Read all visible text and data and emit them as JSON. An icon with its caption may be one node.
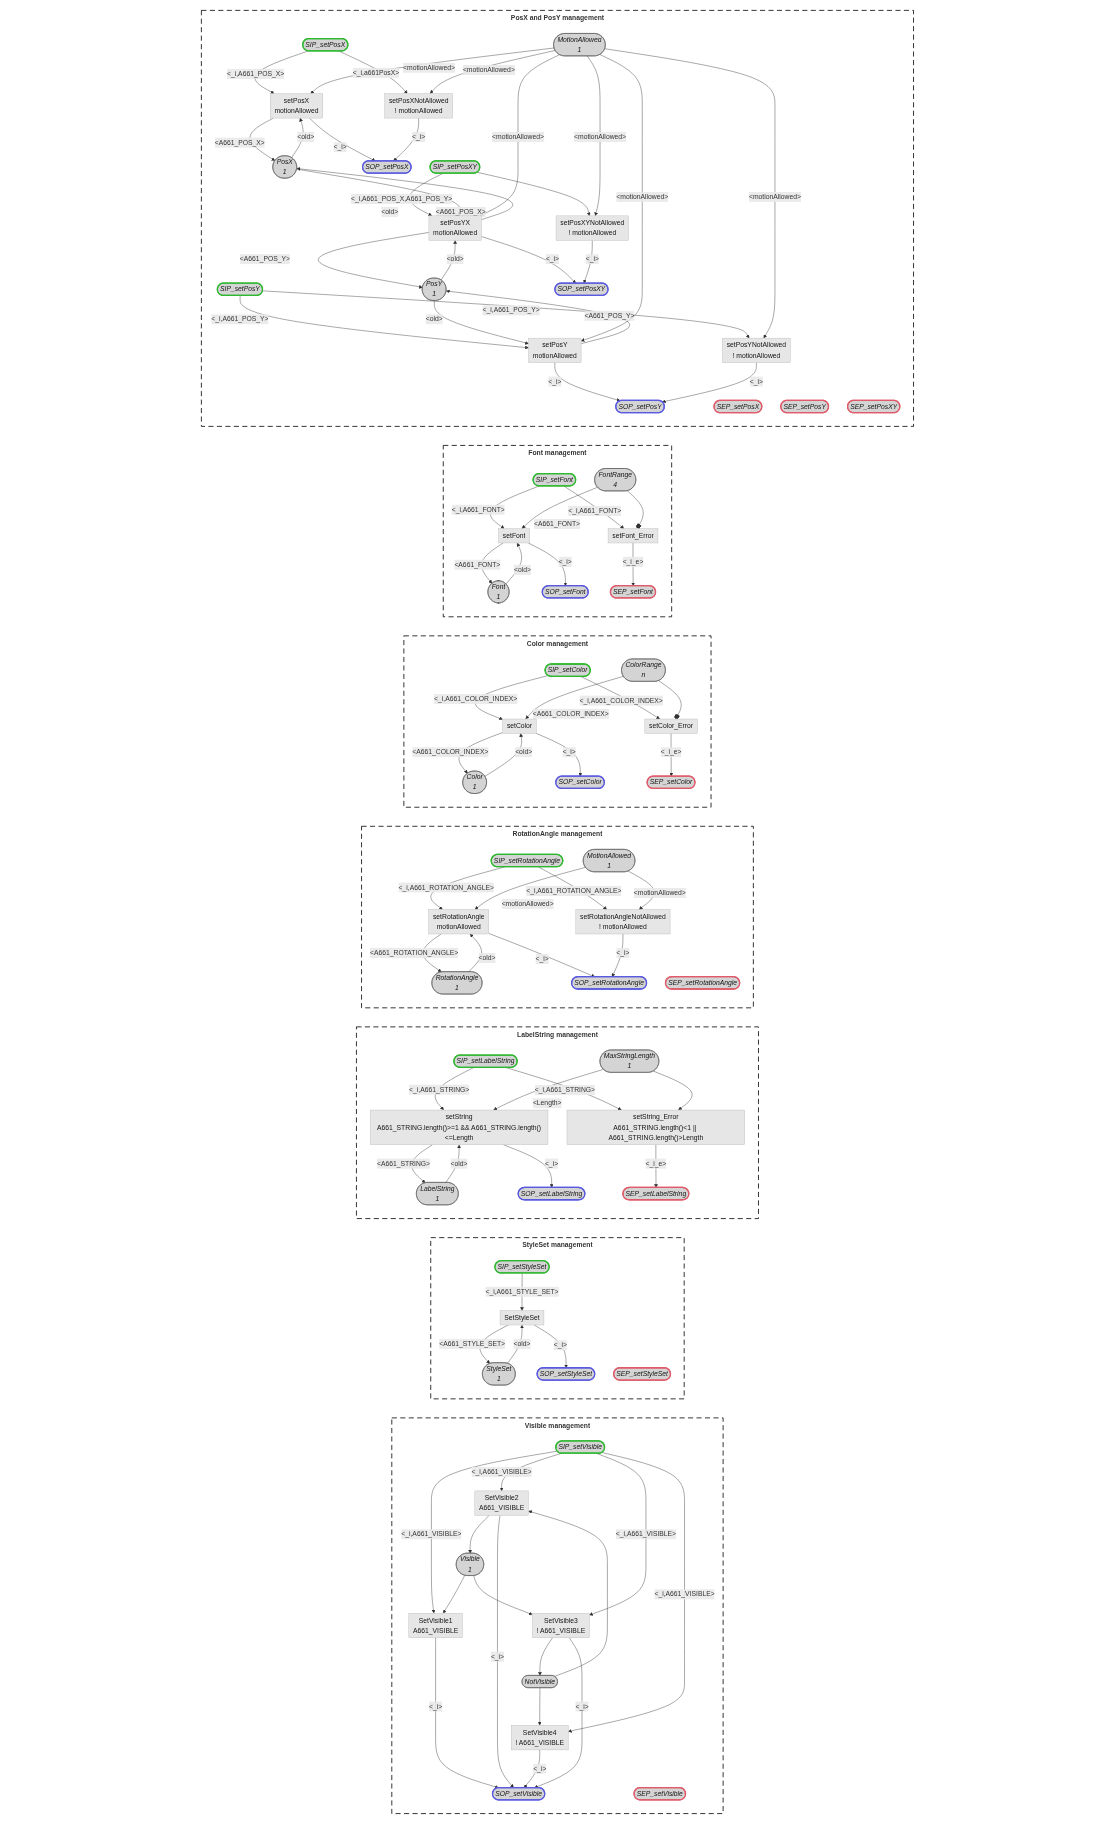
{
  "diagram": {
    "nodes": [
      {
        "text": [
          "Visible management"
        ]
      },
      {
        "text": [
          "SIP_setVisible"
        ],
        "in": 0
      },
      {
        "text": [
          "Visible",
          "1"
        ],
        "in": 0
      },
      {
        "text": [
          "NotVisible"
        ],
        "in": 0
      },
      {
        "text": [
          "SetVisible1",
          "A661_VISIBLE"
        ],
        "in": 0
      },
      {
        "text": [
          "SetVisible2",
          "A661_VISIBLE"
        ],
        "in": 0
      },
      {
        "text": [
          "SetVisible3",
          "! A661_VISIBLE"
        ],
        "in": 0
      },
      {
        "text": [
          "SetVisible4",
          "! A661_VISIBLE"
        ],
        "in": 0
      },
      {
        "text": [
          "SOP_setVisible"
        ],
        "in": 0
      },
      {
        "text": [
          "SEP_setVisible"
        ],
        "in": 0
      },
      {
        "text": [
          "StyleSet management"
        ]
      },
      {
        "text": [
          "SIP_setStyleSet"
        ],
        "in": 10
      },
      {
        "text": [
          "StyleSet",
          "1"
        ],
        "in": 10
      },
      {
        "text": [
          "SetStyleSet"
        ],
        "in": 10
      },
      {
        "text": [
          "SOP_setStyleSet"
        ],
        "in": 10
      },
      {
        "text": [
          "SEP_setStyleSet"
        ],
        "in": 10
      },
      {
        "text": [
          "LabelString management"
        ]
      },
      {
        "text": [
          "SIP_setLabelString"
        ],
        "in": 16
      },
      {
        "text": [
          "MaxStringLength",
          "1"
        ],
        "in": 16
      },
      {
        "text": [
          "LabelString",
          "1"
        ],
        "in": 16
      },
      {
        "text": [
          "setString_Error",
          "A661_STRING.length()<1 || A661_STRING.length()>Length"
        ],
        "in": 16
      },
      {
        "text": [
          "setString",
          "A661_STRING.length()>=1 && A661_STRING.length()<=Length"
        ],
        "in": 16
      },
      {
        "text": [
          "SOP_setLabelString"
        ],
        "in": 16
      },
      {
        "text": [
          "SEP_setLabelString"
        ],
        "in": 16
      },
      {
        "text": [
          "RotationAngle management"
        ]
      },
      {
        "text": [
          "SIP_setRotationAngle"
        ],
        "in": 24
      },
      {
        "text": [
          "MotionAllowed",
          "1"
        ],
        "in": 24
      },
      {
        "text": [
          "RotationAngle",
          "1"
        ],
        "in": 24
      },
      {
        "text": [
          "setRotationAngleNotAllowed",
          "! motionAllowed"
        ],
        "in": 24
      },
      {
        "text": [
          "setRotationAngle",
          "motionAllowed"
        ],
        "in": 24
      },
      {
        "text": [
          "SOP_setRotationAngle"
        ],
        "in": 24
      },
      {
        "text": [
          "SEP_setRotationAngle"
        ],
        "in": 24
      },
      {
        "text": [
          "Color management"
        ]
      },
      {
        "text": [
          "SIP_setColor"
        ],
        "in": 32
      },
      {
        "text": [
          "ColorRange",
          "n"
        ],
        "in": 32
      },
      {
        "text": [
          "Color",
          "1"
        ],
        "in": 32
      },
      {
        "text": [
          "setColor_Error"
        ],
        "in": 32
      },
      {
        "text": [
          "setColor"
        ],
        "in": 32
      },
      {
        "text": [
          "SOP_setColor"
        ],
        "in": 32
      },
      {
        "text": [
          "SEP_setColor"
        ],
        "in": 32
      },
      {
        "text": [
          "Font management"
        ]
      },
      {
        "text": [
          "SIP_setFont"
        ],
        "in": 40
      },
      {
        "text": [
          "FontRange",
          "4"
        ],
        "in": 40
      },
      {
        "text": [
          "Font",
          "1"
        ],
        "in": 40
      },
      {
        "text": [
          "setFont_Error"
        ],
        "in": 40
      },
      {
        "text": [
          "setFont"
        ],
        "in": 40
      },
      {
        "text": [
          "SOP_setFont"
        ],
        "in": 40
      },
      {
        "text": [
          "SEP_setFont"
        ],
        "in": 40
      },
      {
        "text": [
          "PosX and PosY management"
        ]
      },
      {
        "text": [
          "SIP_setPosX"
        ],
        "in": 48
      },
      {
        "text": [
          "setPosXNotAllowed",
          "! motionAllowed"
        ],
        "in": 48
      },
      {
        "text": [
          "setPosX",
          "motionAllowed"
        ],
        "in": 48
      },
      {
        "text": [
          "SOP_setPosX"
        ],
        "in": 48
      },
      {
        "text": [
          "SEP_setPosX"
        ],
        "in": 48
      },
      {
        "text": [
          "PosX",
          "1"
        ],
        "in": 48
      },
      {
        "text": [
          "MotionAllowed",
          "1"
        ],
        "in": 48
      },
      {
        "text": [
          "PosY",
          "1"
        ],
        "in": 48
      },
      {
        "text": [
          "SIP_setPosY"
        ],
        "in": 48
      },
      {
        "text": [
          "setPosYNotAllowed",
          "! motionAllowed"
        ],
        "in": 48
      },
      {
        "text": [
          "setPosY",
          "motionAllowed"
        ],
        "in": 48
      },
      {
        "text": [
          "SOP_setPosY"
        ],
        "in": 48
      },
      {
        "text": [
          "SEP_setPosY"
        ],
        "in": 48
      },
      {
        "text": [
          "SIP_setPosXY"
        ],
        "in": 48
      },
      {
        "text": [
          "setPosYX",
          "motionAllowed"
        ],
        "in": 48
      },
      {
        "text": [
          "setPosXYNotAllowed",
          "! motionAllowed"
        ],
        "in": 48
      },
      {
        "text": [
          "SOP_setPosXY"
        ],
        "in": 48
      },
      {
        "text": [
          "SEP_setPosXY"
        ],
        "in": 48
      }
    ],
    "edges": [
      {
        "from": 1,
        "to": 4,
        "arrow": "to",
        "label": "<_i,A661_VISIBLE>"
      },
      {
        "from": 1,
        "to": 5,
        "arrow": "to",
        "label": "<_i,A661_VISIBLE>"
      },
      {
        "from": 1,
        "to": 6,
        "arrow": "to",
        "label": "<_i,A661_VISIBLE>"
      },
      {
        "from": 1,
        "to": 7,
        "arrow": "to",
        "label": "<_i,A661_VISIBLE>"
      },
      {
        "from": 2,
        "to": 4,
        "arrow": "to"
      },
      {
        "from": 5,
        "to": 2,
        "arrow": "to"
      },
      {
        "from": 2,
        "to": 6,
        "arrow": "to"
      },
      {
        "from": 6,
        "to": 3,
        "arrow": "to"
      },
      {
        "from": 3,
        "to": 5,
        "arrow": "to"
      },
      {
        "from": 3,
        "to": 7,
        "arrow": "to"
      },
      {
        "from": 4,
        "to": 8,
        "arrow": "to",
        "label": "<_i>"
      },
      {
        "from": 5,
        "to": 8,
        "arrow": "to",
        "label": "<_i>"
      },
      {
        "from": 6,
        "to": 8,
        "arrow": "to",
        "label": "<_i>"
      },
      {
        "from": 7,
        "to": 8,
        "arrow": "to",
        "label": "<_i>"
      },
      {
        "from": 11,
        "to": 13,
        "arrow": "to",
        "label": "<_i,A661_STYLE_SET>"
      },
      {
        "from": 13,
        "to": 12,
        "arrow": "to",
        "label": "<A661_STYLE_SET>"
      },
      {
        "from": 12,
        "to": 13,
        "arrow": "to",
        "label": "<old>"
      },
      {
        "from": 13,
        "to": 14,
        "arrow": "to",
        "label": "<_i>"
      },
      {
        "from": 17,
        "to": 20,
        "arrow": "to",
        "label": "<_i,A661_STRING>"
      },
      {
        "from": 17,
        "to": 21,
        "arrow": "to",
        "label": "<_i,A661_STRING>"
      },
      {
        "from": 18,
        "to": 21,
        "arrow": "to",
        "label": "<Length>"
      },
      {
        "from": 18,
        "to": 20,
        "arrow": "to"
      },
      {
        "from": 21,
        "to": 19,
        "arrow": "to",
        "label": "<A661_STRING>"
      },
      {
        "from": 19,
        "to": 21,
        "arrow": "to",
        "label": "<old>"
      },
      {
        "from": 21,
        "to": 22,
        "arrow": "to",
        "label": "<_i>"
      },
      {
        "from": 20,
        "to": 23,
        "arrow": "to",
        "label": "<_i_e>"
      },
      {
        "from": 25,
        "to": 29,
        "arrow": "to",
        "label": "<_i,A661_ROTATION_ANGLE>"
      },
      {
        "from": 25,
        "to": 28,
        "arrow": "to",
        "label": "<_i,A661_ROTATION_ANGLE>"
      },
      {
        "from": 26,
        "to": 28,
        "arrow": "to",
        "label": "<motionAllowed>"
      },
      {
        "from": 26,
        "to": 29,
        "arrow": "to",
        "label": "<motionAllowed>"
      },
      {
        "from": 29,
        "to": 27,
        "arrow": "to",
        "label": "<A661_ROTATION_ANGLE>"
      },
      {
        "from": 27,
        "to": 29,
        "arrow": "to",
        "label": "<old>"
      },
      {
        "from": 29,
        "to": 30,
        "arrow": "to",
        "label": "<_i>"
      },
      {
        "from": 28,
        "to": 30,
        "arrow": "to",
        "label": "<_i>"
      },
      {
        "from": 33,
        "to": 36,
        "arrow": "to",
        "label": "<_i,A661_COLOR_INDEX>"
      },
      {
        "from": 33,
        "to": 37,
        "arrow": "to",
        "label": "<_i,A661_COLOR_INDEX>"
      },
      {
        "from": 34,
        "to": 36,
        "arrow": "other"
      },
      {
        "from": 34,
        "to": 37,
        "arrow": "to",
        "label": "<A661_COLOR_INDEX>"
      },
      {
        "from": 37,
        "to": 35,
        "arrow": "to",
        "label": "<A661_COLOR_INDEX>"
      },
      {
        "from": 35,
        "to": 37,
        "arrow": "to",
        "label": "<old>"
      },
      {
        "from": 37,
        "to": 38,
        "arrow": "to",
        "label": "<_i>"
      },
      {
        "from": 36,
        "to": 39,
        "arrow": "to",
        "label": "<_i_e>"
      },
      {
        "from": 41,
        "to": 44,
        "arrow": "to",
        "label": "<_i,A661_FONT>"
      },
      {
        "from": 41,
        "to": 45,
        "arrow": "to",
        "label": "<_i,A661_FONT>"
      },
      {
        "from": 42,
        "to": 44,
        "arrow": "other"
      },
      {
        "from": 42,
        "to": 45,
        "arrow": "to",
        "label": "<A661_FONT>"
      },
      {
        "from": 45,
        "to": 43,
        "arrow": "to",
        "label": "<A661_FONT>"
      },
      {
        "from": 43,
        "to": 45,
        "arrow": "to",
        "label": "<old>"
      },
      {
        "from": 45,
        "to": 46,
        "arrow": "to",
        "label": "<_i>"
      },
      {
        "from": 44,
        "to": 47,
        "arrow": "to",
        "label": "<_i_e>"
      },
      {
        "from": 49,
        "to": 50,
        "arrow": "to",
        "label": "<_i,a661PosX>"
      },
      {
        "from": 49,
        "to": 51,
        "arrow": "to",
        "label": "<_i,A661_POS_X>"
      },
      {
        "from": 51,
        "to": 54,
        "arrow": "to",
        "label": "<A661_POS_X>"
      },
      {
        "from": 54,
        "to": 51,
        "arrow": "to",
        "label": "<old>"
      },
      {
        "from": 55,
        "to": 51,
        "arrow": "to",
        "label": "<motionAllowed>"
      },
      {
        "from": 55,
        "to": 50,
        "arrow": "to",
        "label": "<motionAllowed>"
      },
      {
        "from": 51,
        "to": 52,
        "arrow": "to",
        "label": "<_i>"
      },
      {
        "from": 50,
        "to": 52,
        "arrow": "to",
        "label": "<_i>"
      },
      {
        "from": 57,
        "to": 59,
        "arrow": "to",
        "label": "<_i,A661_POS_Y>"
      },
      {
        "from": 57,
        "to": 58,
        "arrow": "to",
        "label": "<_i,A661_POS_Y>"
      },
      {
        "from": 59,
        "to": 56,
        "arrow": "to",
        "label": "<A661_POS_Y>"
      },
      {
        "from": 56,
        "to": 59,
        "arrow": "to",
        "label": "<old>"
      },
      {
        "from": 55,
        "to": 59,
        "arrow": "to",
        "label": "<motionAllowed>"
      },
      {
        "from": 55,
        "to": 58,
        "arrow": "to",
        "label": "<motionAllowed>"
      },
      {
        "from": 59,
        "to": 60,
        "arrow": "to",
        "label": "<_i>"
      },
      {
        "from": 58,
        "to": 60,
        "arrow": "to",
        "label": "<_i>"
      },
      {
        "from": 62,
        "to": 63,
        "arrow": "to",
        "label": "<_i,A661_POS_X,A661_POS_Y>"
      },
      {
        "from": 62,
        "to": 64,
        "arrow": "to"
      },
      {
        "from": 63,
        "to": 54,
        "arrow": "to",
        "label": "<A661_POS_X>"
      },
      {
        "from": 54,
        "to": 63,
        "arrow": "to",
        "label": "<old>"
      },
      {
        "from": 63,
        "to": 56,
        "arrow": "to",
        "label": "<A661_POS_Y>"
      },
      {
        "from": 56,
        "to": 63,
        "arrow": "to",
        "label": "<old>"
      },
      {
        "from": 55,
        "to": 63,
        "arrow": "to",
        "label": "<motionAllowed>"
      },
      {
        "from": 55,
        "to": 64,
        "arrow": "to",
        "label": "<motionAllowed>"
      },
      {
        "from": 63,
        "to": 65,
        "arrow": "to",
        "label": "<_i>"
      },
      {
        "from": 64,
        "to": 65,
        "arrow": "to",
        "label": "<_i>"
      }
    ]
  }
}
